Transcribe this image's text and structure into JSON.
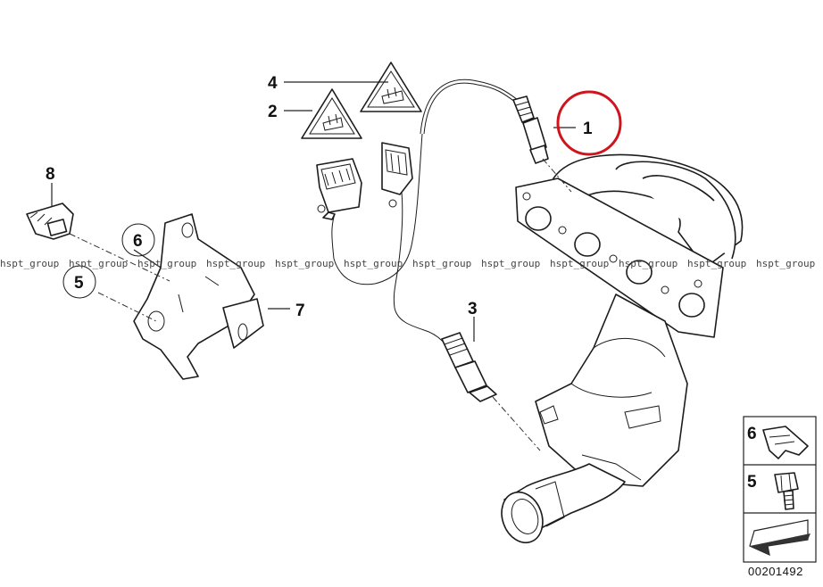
{
  "callouts": {
    "c1": "1",
    "c2": "2",
    "c3": "3",
    "c4": "4",
    "c5": "5",
    "c6": "6",
    "c7": "7",
    "c8": "8"
  },
  "legend": {
    "item6": "6",
    "item5": "5"
  },
  "diagram_code": "00201492",
  "watermark": [
    "hspt_group",
    "hspt_group",
    "hspt_group",
    "hspt_group",
    "hspt_group",
    "hspt_group",
    "hspt_group",
    "hspt_group",
    "hspt_group",
    "hspt_group",
    "hspt_group",
    "hspt_group"
  ],
  "colors": {
    "highlight_circle": "#d0141d",
    "line": "#1c1c1c",
    "background": "#ffffff"
  }
}
